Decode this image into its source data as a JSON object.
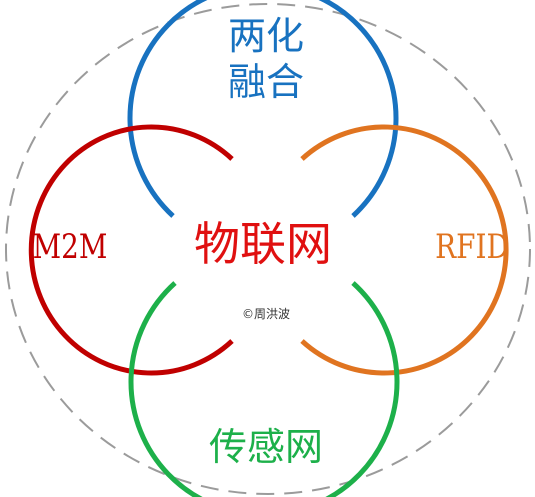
{
  "center_label": "物联网",
  "labels": {
    "top_line1": "两化",
    "top_line2": "融合",
    "left": "M2M",
    "right": "RFID",
    "bottom": "传感网"
  },
  "copyright": "©周洪波",
  "colors": {
    "top": "#1872c0",
    "left": "#c00000",
    "right": "#e07420",
    "bottom": "#1db04a",
    "center": "#e01010",
    "outer_dashed": "#9b9b9b",
    "copyright": "#333333"
  }
}
